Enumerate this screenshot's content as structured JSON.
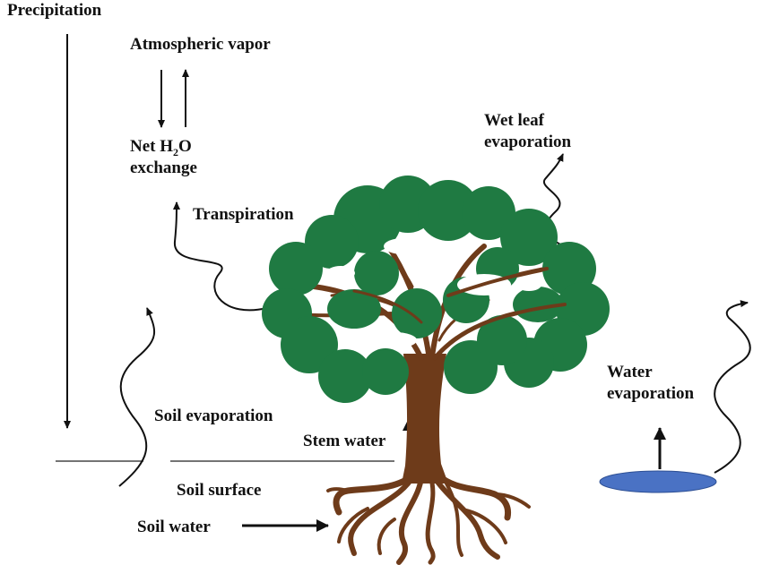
{
  "labels": {
    "precipitation": "Precipitation",
    "atmospheric_vapor": "Atmospheric vapor",
    "net_exchange_prefix": "Net H",
    "net_exchange_subscript": "2",
    "net_exchange_suffix": "O",
    "net_exchange_line2": "exchange",
    "transpiration": "Transpiration",
    "wet_leaf_line1": "Wet leaf",
    "wet_leaf_line2": "evaporation",
    "soil_evaporation": "Soil evaporation",
    "stem_water": "Stem water",
    "soil_surface": "Soil surface",
    "soil_water": "Soil water",
    "water_evaporation_line1": "Water",
    "water_evaporation_line2": "evaporation"
  },
  "colors": {
    "foliage": "#1f7a42",
    "trunk": "#6e3b1a",
    "water": "#4a72c4",
    "arrows": "#111111"
  }
}
